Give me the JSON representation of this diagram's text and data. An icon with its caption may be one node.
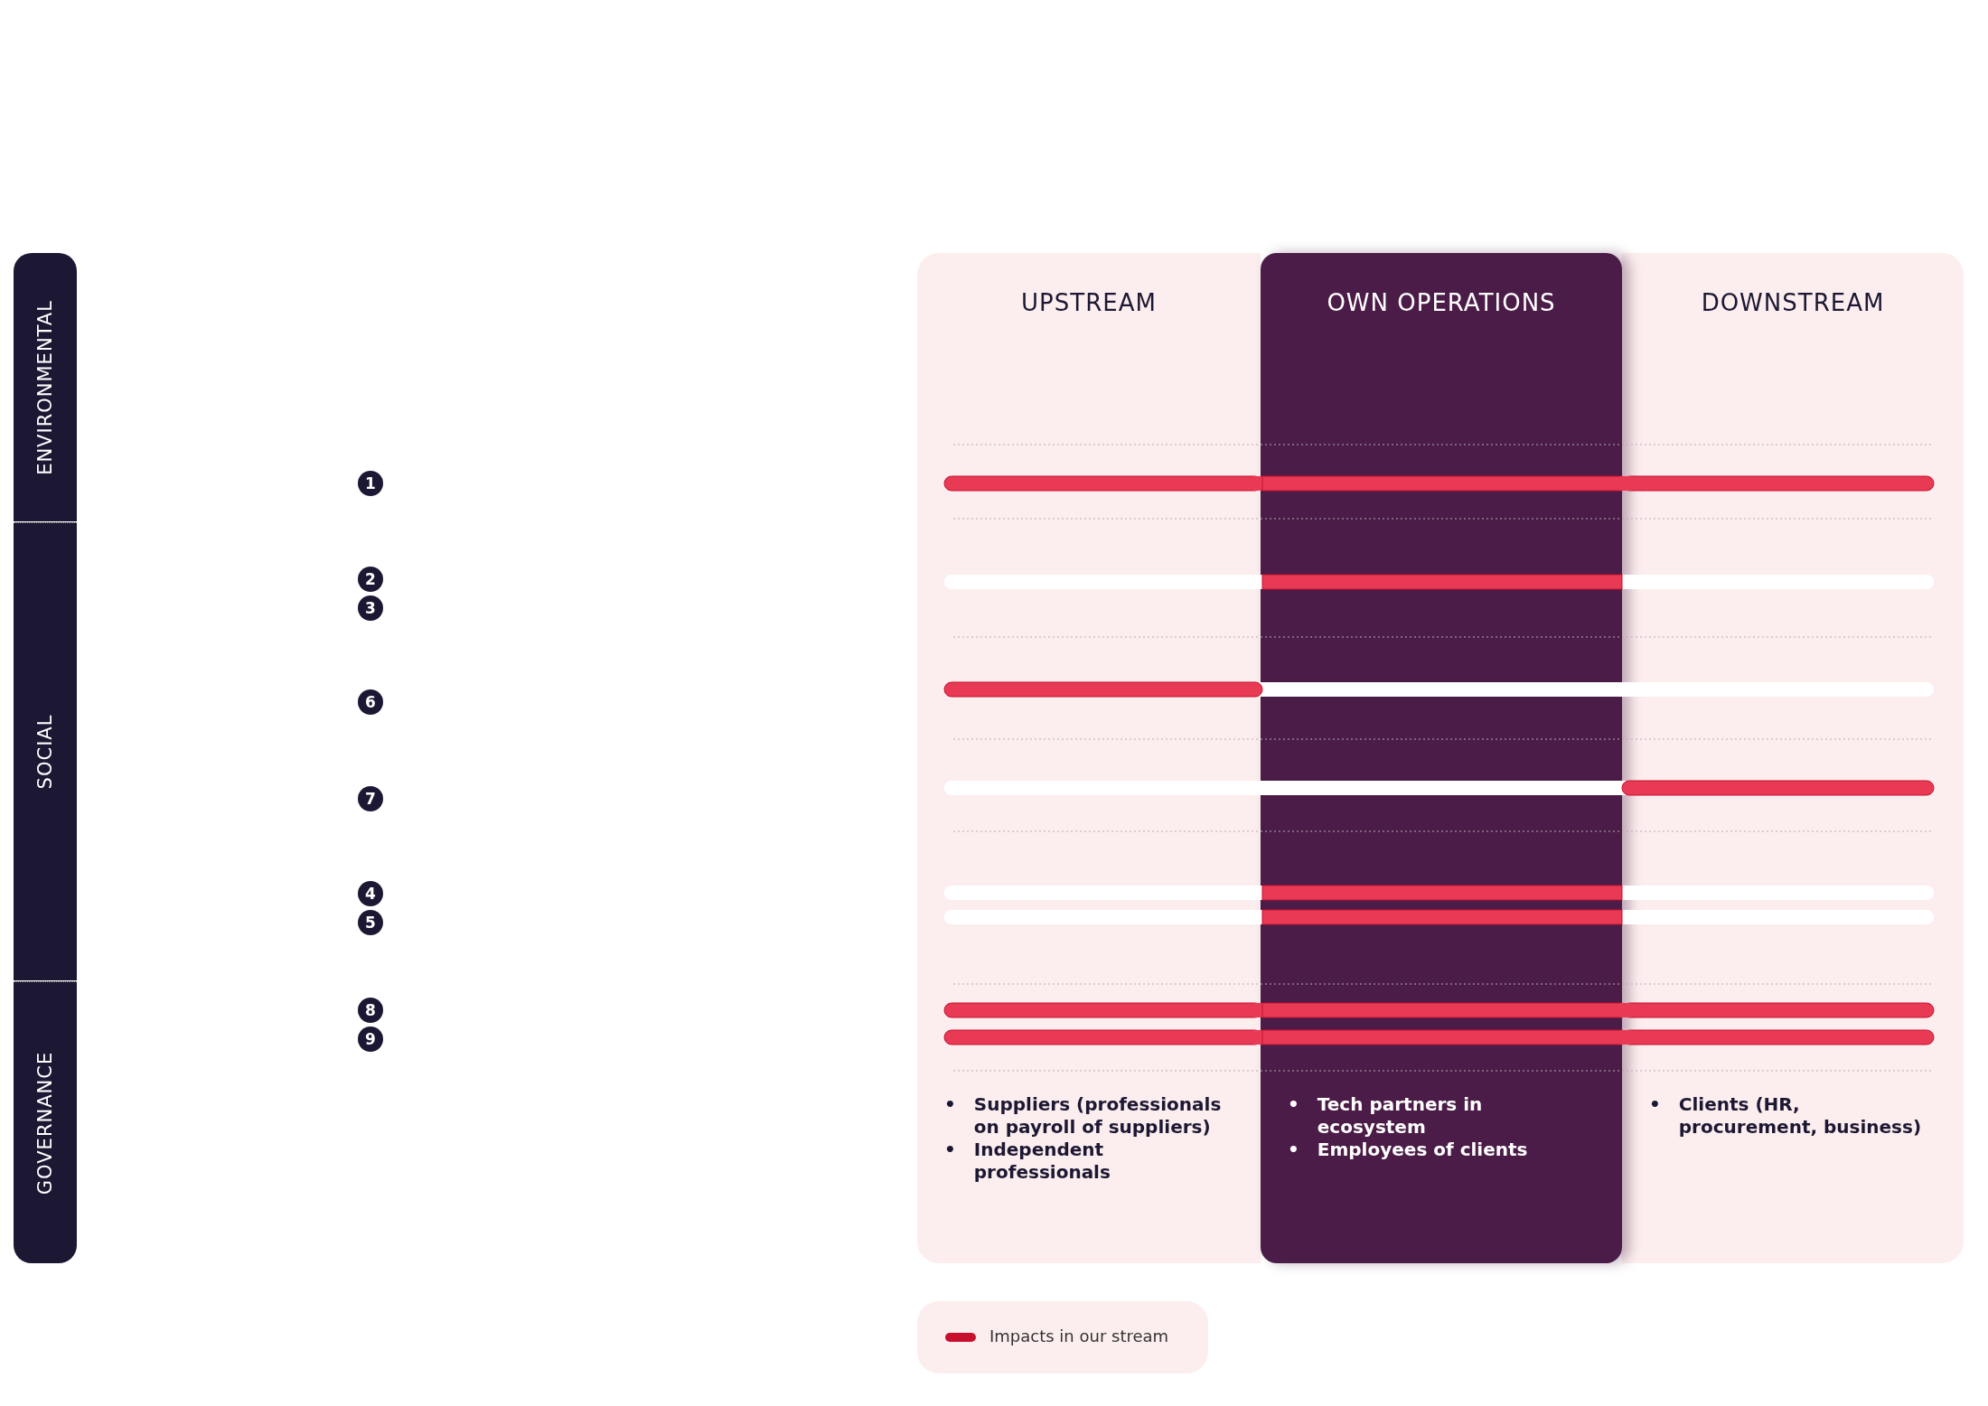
{
  "diagram": {
    "nodes": [
      {
        "text": [
          "ENVIRONMENTAL"
        ]
      },
      {
        "text": [
          "SOCIAL"
        ]
      },
      {
        "text": [
          "GOVERNANCE"
        ]
      },
      {
        "text": [
          "UPSTREAM",
          "•",
          "Suppliers (professionals on payroll of suppliers)",
          "•",
          "Independent professionals"
        ]
      },
      {
        "text": [
          "OWN OPERATIONS",
          "•",
          "Tech partners in ecosystem",
          "•",
          "Employees of clients"
        ]
      },
      {
        "text": [
          "DOWNSTREAM",
          "•",
          "Clients (HR, procurement, business)"
        ]
      }
    ],
    "edges": [],
    "labels": [
      "1",
      "2",
      "3",
      "6",
      "7",
      "4",
      "5",
      "8",
      "9"
    ],
    "legend": [
      {
        "text": "Impacts in our stream",
        "color": "#c8102e"
      }
    ]
  }
}
